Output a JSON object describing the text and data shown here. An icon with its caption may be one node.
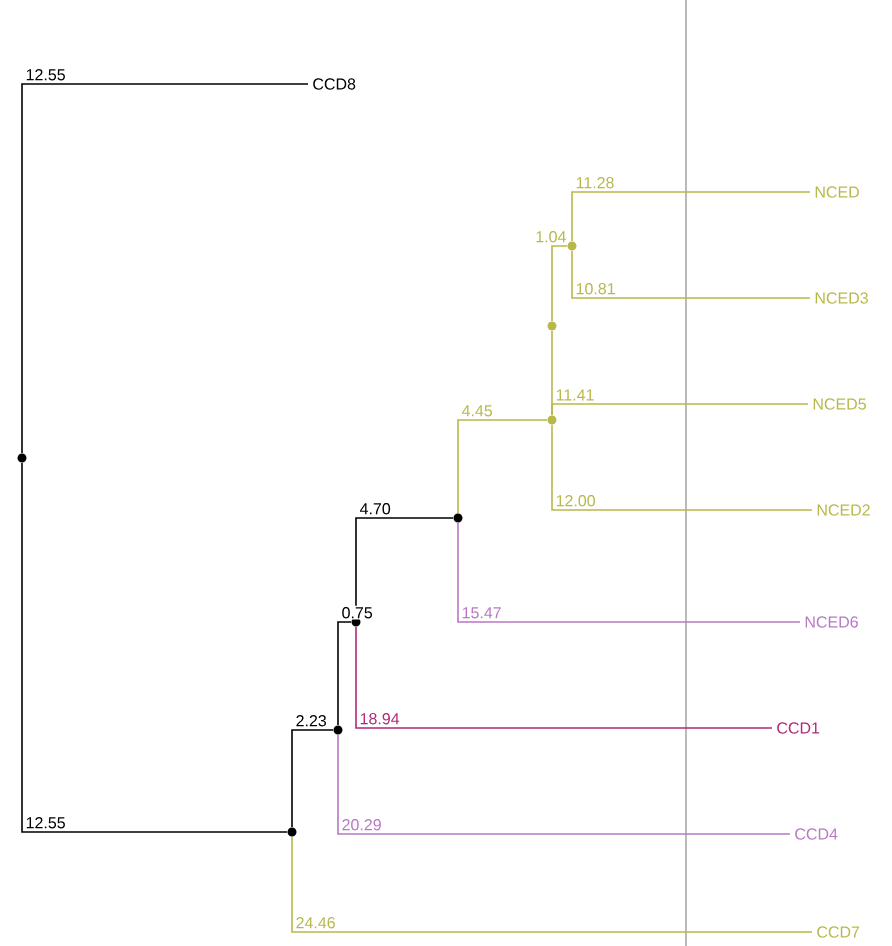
{
  "diagram": {
    "nodes": [
      {
        "text": [
          "CCD8"
        ]
      },
      {
        "text": [
          "NCED"
        ]
      },
      {
        "text": [
          "NCED3"
        ]
      },
      {
        "text": [
          "NCED5"
        ]
      },
      {
        "text": [
          "NCED2"
        ]
      },
      {
        "text": [
          "NCED6"
        ]
      },
      {
        "text": [
          "CCD1"
        ]
      },
      {
        "text": [
          "CCD4"
        ]
      },
      {
        "text": [
          "CCD7"
        ]
      },
      {
        "text": [],
        "shape": "circle"
      },
      {
        "text": [],
        "shape": "circle"
      },
      {
        "text": [],
        "shape": "circle"
      },
      {
        "text": [],
        "shape": "circle"
      },
      {
        "text": [],
        "shape": "circle"
      },
      {
        "text": [],
        "shape": "circle"
      },
      {
        "text": [],
        "shape": "circle"
      },
      {
        "text": [],
        "shape": "circle"
      }
    ],
    "edges": [
      {
        "from": 9,
        "to": 0,
        "arrow": "none",
        "label": "12.55",
        "color": "#000000"
      },
      {
        "from": 9,
        "to": 16,
        "arrow": "none",
        "label": "12.55",
        "color": "#000000"
      },
      {
        "from": 16,
        "to": 15,
        "arrow": "none",
        "label": "2.23",
        "color": "#000000"
      },
      {
        "from": 16,
        "to": 8,
        "arrow": "none",
        "label": "24.46"
      },
      {
        "from": 15,
        "to": 14,
        "arrow": "none",
        "label": "0.75",
        "color": "#000000"
      },
      {
        "from": 15,
        "to": 7,
        "arrow": "none",
        "label": "20.29",
        "color": "#b878c4"
      },
      {
        "from": 14,
        "to": 13,
        "arrow": "none",
        "label": "4.70",
        "color": "#000000"
      },
      {
        "from": 14,
        "to": 6,
        "arrow": "none",
        "label": "18.94",
        "color": "#b0287a"
      },
      {
        "from": 13,
        "to": 12,
        "arrow": "none",
        "label": "4.45"
      },
      {
        "from": 13,
        "to": 5,
        "arrow": "none",
        "label": "15.47",
        "color": "#b878c4"
      },
      {
        "from": 12,
        "to": 11,
        "arrow": "none"
      },
      {
        "from": 12,
        "to": 3,
        "arrow": "none",
        "label": "11.41"
      },
      {
        "from": 12,
        "to": 4,
        "arrow": "none",
        "label": "12.00"
      },
      {
        "from": 11,
        "to": 10,
        "arrow": "none",
        "label": "1.04"
      },
      {
        "from": 10,
        "to": 1,
        "arrow": "none",
        "label": "11.28"
      },
      {
        "from": 10,
        "to": 2,
        "arrow": "none",
        "label": "10.81"
      }
    ]
  }
}
